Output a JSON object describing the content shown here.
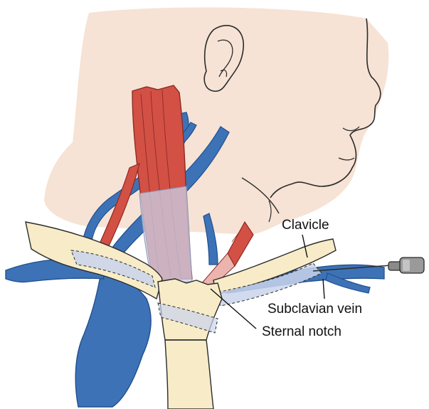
{
  "labels": {
    "clavicle": "Clavicle",
    "subclavian_vein": "Subclavian vein",
    "sternal_notch": "Sternal notch"
  },
  "colors": {
    "skin": "#f6e3d5",
    "muscle": "#d35045",
    "muscle_dark": "#8e2a22",
    "vein": "#3d73b6",
    "vein_dark": "#1f4f8f",
    "bone": "#f8ecc8",
    "fascia": "#c9d3eb",
    "outline": "#2b2b2b"
  },
  "icons": [
    "syringe-icon"
  ]
}
